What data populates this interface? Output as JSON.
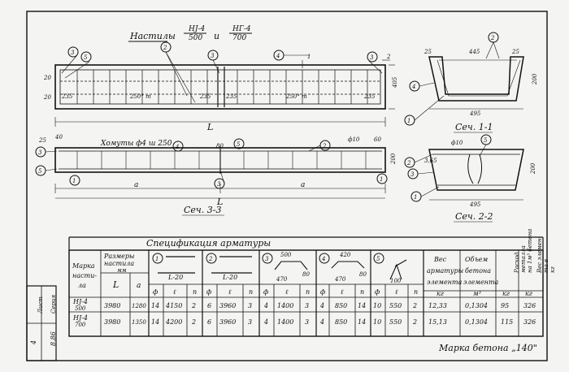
{
  "title": {
    "prefix": "Настилы",
    "mark1": "НJ-4",
    "size1": "500",
    "conj": "и",
    "mark2": "НГ-4",
    "size2": "700"
  },
  "plan": {
    "callouts": [
      "3",
      "5",
      "2",
      "3",
      "4",
      "3",
      "1",
      "2"
    ],
    "dims": {
      "left": "235",
      "mid1": "250° m",
      "c1": "235",
      "c2": "235",
      "mid2": "250° m",
      "right": "235",
      "h20a": "20",
      "h20b": "20",
      "h405": "405",
      "L": "L"
    }
  },
  "elevation": {
    "stirrups": "Хомуты ф4 ш 250",
    "callouts": [
      "3",
      "5",
      "4",
      "1",
      "5",
      "2",
      "3",
      "1"
    ],
    "dims": {
      "d25": "25",
      "d40": "40",
      "d60": "60",
      "d80": "80",
      "phi10": "ф10",
      "d200": "200",
      "a1": "a",
      "L": "L",
      "a2": "a"
    },
    "caption": "Сеч. 3-3"
  },
  "section11": {
    "caption": "Сеч. 1-1",
    "dims": {
      "top25": "25",
      "top445": "445",
      "right25": "25",
      "h200": "200",
      "bottom": "495"
    },
    "callouts": [
      "2",
      "4",
      "1"
    ]
  },
  "section22": {
    "caption": "Сеч. 2-2",
    "dims": {
      "phi10": "ф10",
      "h200": "200",
      "bottom": "495",
      "d365": "3,65"
    },
    "callouts": [
      "5",
      "2",
      "3",
      "1"
    ]
  },
  "spec": {
    "title": "Спецификация арматуры",
    "headers": {
      "mark": [
        "Марка",
        "насти-",
        "ла"
      ],
      "sizes": [
        "Размеры",
        "настила",
        "мм"
      ],
      "L": "L",
      "a": "a",
      "weight": [
        "Вес",
        "арматуры",
        "элемента"
      ],
      "volume": [
        "Объем",
        "бетона",
        "элемента"
      ],
      "steel": [
        "Расход",
        "металла",
        "на 1м³ бетона"
      ],
      "concrete": [
        "Вес элемен-",
        "та в",
        "кг"
      ],
      "units": {
        "kg": "кг",
        "m3": "м³",
        "kg2": "кг",
        "kg3": "кг"
      },
      "bars": [
        {
          "num": "1",
          "len": "L-20"
        },
        {
          "num": "2",
          "len": "L-20"
        },
        {
          "num": "3",
          "d500": "500",
          "d470": "470",
          "d80": "80"
        },
        {
          "num": "4",
          "d420": "420",
          "d470": "470",
          "d80": "80"
        },
        {
          "num": "5",
          "d100": "100"
        }
      ],
      "sub": [
        "ф",
        "ℓ",
        "n"
      ]
    },
    "rows": [
      {
        "mark": "НJ-4",
        "markSub": "500",
        "L": "3980",
        "a": "1280",
        "b1": [
          "14",
          "4150",
          "2"
        ],
        "b2": [
          "6",
          "3960",
          "3"
        ],
        "b3": [
          "4",
          "1400",
          "3"
        ],
        "b4": [
          "4",
          "850",
          "14"
        ],
        "b5": [
          "10",
          "550",
          "2"
        ],
        "weight": "12,33",
        "volume": "0,1304",
        "steel": "95",
        "concrete": "326"
      },
      {
        "mark": "НJ-4",
        "markSub": "700",
        "L": "3980",
        "a": "1350",
        "b1": [
          "14",
          "4200",
          "2"
        ],
        "b2": [
          "6",
          "3960",
          "3"
        ],
        "b3": [
          "4",
          "1400",
          "3"
        ],
        "b4": [
          "4",
          "850",
          "14"
        ],
        "b5": [
          "10",
          "550",
          "2"
        ],
        "weight": "15,13",
        "volume": "0,1304",
        "steel": "115",
        "concrete": "326"
      }
    ],
    "concreteGrade": "Марка бетона „140\""
  },
  "stamp": {
    "sheet": "Лист",
    "series": "Серия",
    "sheetNo": "4",
    "seriesNo": "8.86"
  }
}
